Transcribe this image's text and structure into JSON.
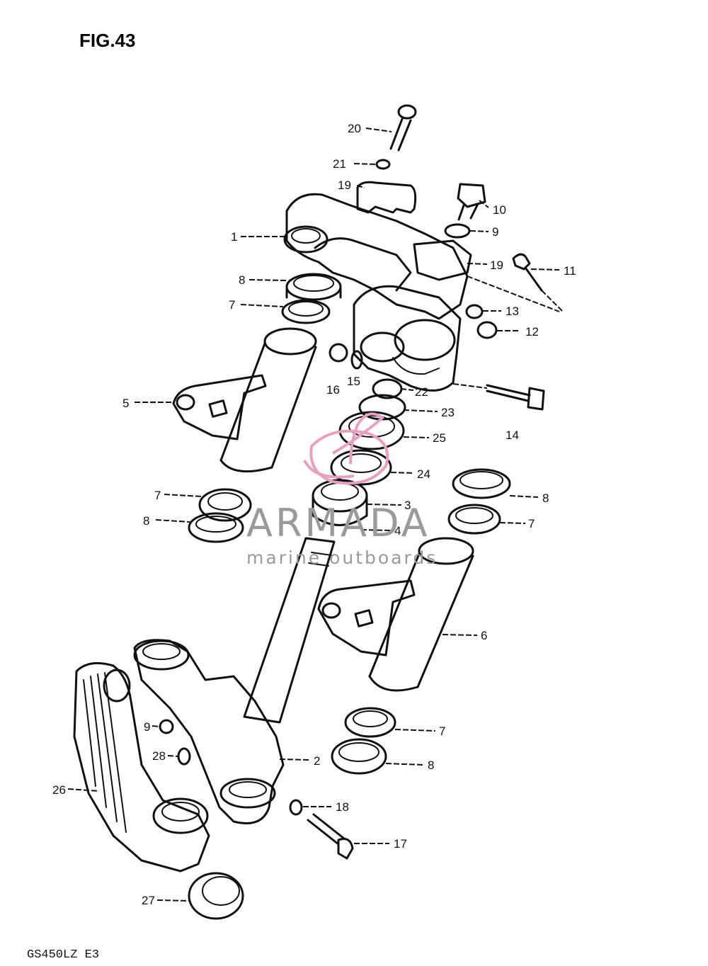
{
  "figure_title": "FIG.43",
  "model_code": "GS450LZ E3",
  "watermark": {
    "name": "ARMADA",
    "tagline": "marine outboards",
    "accent_color": "#e8a0c0",
    "text_color": "#9a9a9a"
  },
  "part_labels": [
    "1",
    "2",
    "3",
    "4",
    "5",
    "6",
    "7",
    "8",
    "9",
    "10",
    "11",
    "12",
    "13",
    "14",
    "15",
    "16",
    "17",
    "18",
    "19",
    "20",
    "21",
    "22",
    "23",
    "24",
    "25",
    "26",
    "27",
    "28"
  ]
}
